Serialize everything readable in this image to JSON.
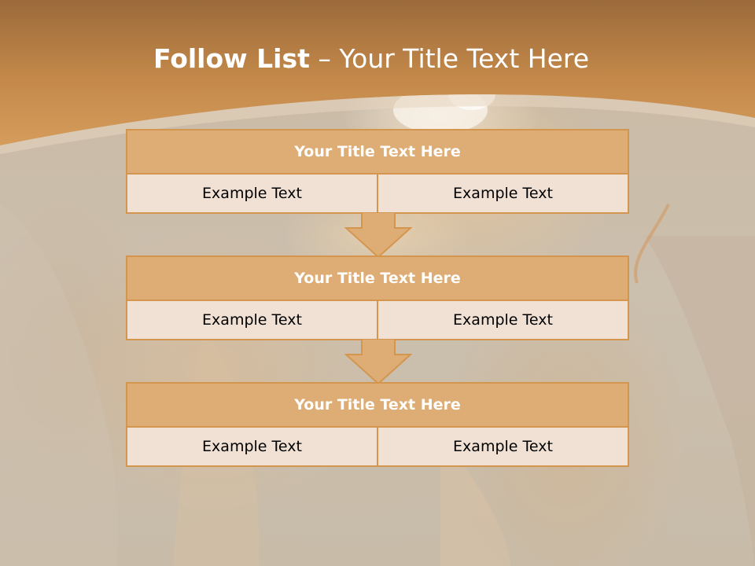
{
  "slide": {
    "title_bold": "Follow List",
    "title_rest": " – Your Title Text Here"
  },
  "blocks": [
    {
      "title": "Your Title Text Here",
      "left_text": "Example Text",
      "right_text": "Example Text"
    },
    {
      "title": "Your Title Text Here",
      "left_text": "Example Text",
      "right_text": "Example Text"
    },
    {
      "title": "Your Title Text Here",
      "left_text": "Example Text",
      "right_text": "Example Text"
    }
  ],
  "colors": {
    "header_band": "#c4894a",
    "block_title_fill": "#ddad75",
    "block_border": "#d4964e",
    "block_cell_fill": "#f0e1d4"
  }
}
